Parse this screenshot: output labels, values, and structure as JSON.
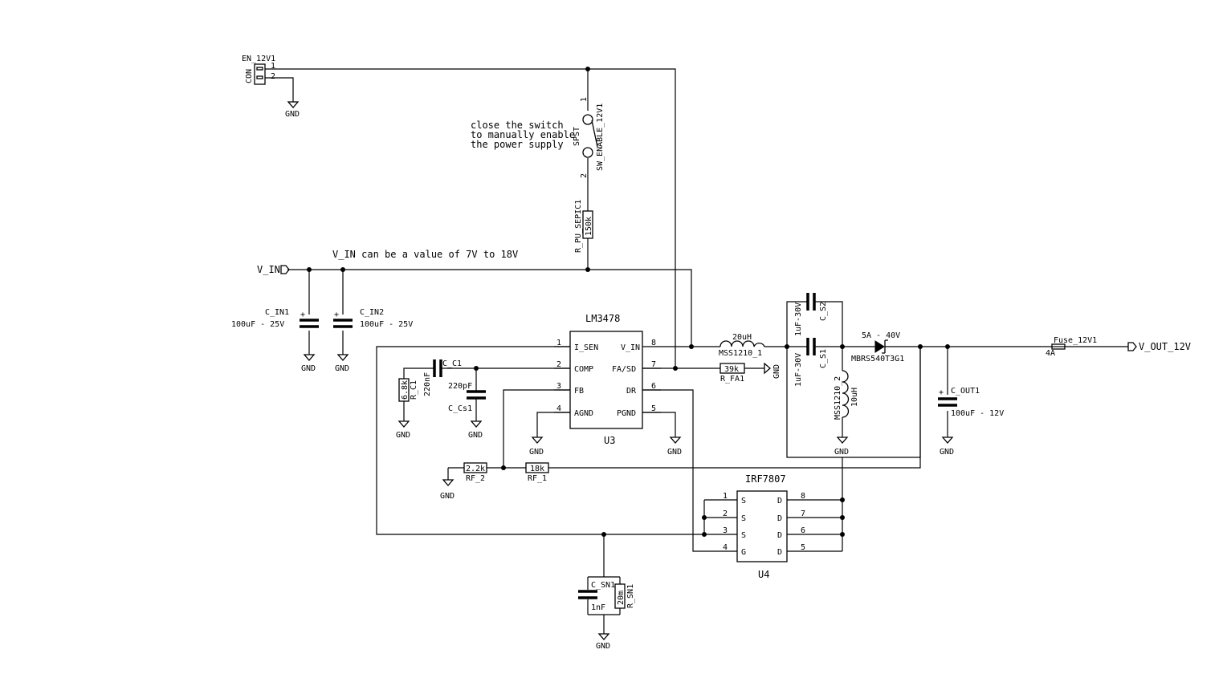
{
  "connector": {
    "ref": "EN_12V1",
    "value": "CON",
    "pin1": "1",
    "pin2": "2"
  },
  "switch": {
    "ref": "SW_ENABLE_12V1",
    "value": "SPST",
    "pin1": "1",
    "pin2": "2"
  },
  "switch_note": [
    "close the switch",
    "to manually enable",
    "the power supply"
  ],
  "r_pu": {
    "ref": "R_PU_SEPIC1",
    "value": "150k"
  },
  "v_in_label": "V_IN",
  "v_in_note": "V_IN can be a value of 7V to 18V",
  "c_in1": {
    "ref": "C_IN1",
    "value": "100uF - 25V",
    "plus": "+"
  },
  "c_in2": {
    "ref": "C_IN2",
    "value": "100uF - 25V",
    "plus": "+"
  },
  "u3": {
    "ref": "U3",
    "part": "LM3478",
    "pins": [
      {
        "num": "1",
        "name": "I_SEN"
      },
      {
        "num": "2",
        "name": "COMP"
      },
      {
        "num": "3",
        "name": "FB"
      },
      {
        "num": "4",
        "name": "AGND"
      },
      {
        "num": "8",
        "name": "V_IN"
      },
      {
        "num": "7",
        "name": "FA/SD"
      },
      {
        "num": "6",
        "name": "DR"
      },
      {
        "num": "5",
        "name": "PGND"
      }
    ]
  },
  "c_c1": {
    "ref": "C_C1",
    "value": "220nF"
  },
  "r_c1": {
    "ref": "R_C1",
    "value": "6.8k"
  },
  "c_cs1": {
    "ref": "C_Cs1",
    "value": "220pF"
  },
  "l1": {
    "ref": "MSS1210_1",
    "value": "20uH"
  },
  "r_fa1": {
    "ref": "R_FA1",
    "value": "39k"
  },
  "c_s1": {
    "ref": "C_S1",
    "value": "1uF-30V"
  },
  "c_s2": {
    "ref": "C_S2",
    "value": "1uF-30V"
  },
  "l2": {
    "ref": "MSS1210_2",
    "value": "10uH"
  },
  "diode": {
    "ref": "MBRS540T3G1",
    "value": "5A - 40V"
  },
  "c_out1": {
    "ref": "C_OUT1",
    "value": "100uF - 12V",
    "plus": "+"
  },
  "fuse": {
    "ref": "Fuse_12V1",
    "value": "4A"
  },
  "v_out_label": "V_OUT_12V",
  "rf2": {
    "ref": "RF_2",
    "value": "2.2k"
  },
  "rf1": {
    "ref": "RF_1",
    "value": "18k"
  },
  "u4": {
    "ref": "U4",
    "part": "IRF7807",
    "pins": [
      {
        "num": "1",
        "name": "S"
      },
      {
        "num": "2",
        "name": "S"
      },
      {
        "num": "3",
        "name": "S"
      },
      {
        "num": "4",
        "name": "G"
      },
      {
        "num": "8",
        "name": "D"
      },
      {
        "num": "7",
        "name": "D"
      },
      {
        "num": "6",
        "name": "D"
      },
      {
        "num": "5",
        "name": "D"
      }
    ]
  },
  "c_sn1": {
    "ref": "C_SN1",
    "value": "1nF"
  },
  "r_sn1": {
    "ref": "R_SN1",
    "value": "20m"
  },
  "gnd": "GND"
}
